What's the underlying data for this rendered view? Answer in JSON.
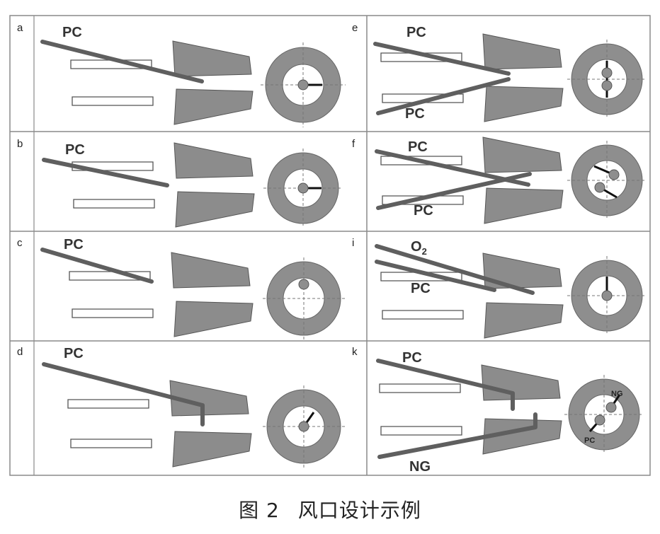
{
  "caption": {
    "number": "图 2",
    "text": "风口设计示例"
  },
  "panels": [
    {
      "id": "a",
      "labels": [
        "PC"
      ]
    },
    {
      "id": "b",
      "labels": [
        "PC"
      ]
    },
    {
      "id": "c",
      "labels": [
        "PC"
      ]
    },
    {
      "id": "d",
      "labels": [
        "PC"
      ]
    },
    {
      "id": "e",
      "labels": [
        "PC",
        "PC"
      ]
    },
    {
      "id": "f",
      "labels": [
        "PC",
        "PC"
      ]
    },
    {
      "id": "i",
      "labels": [
        "O",
        "2",
        "PC"
      ]
    },
    {
      "id": "k",
      "labels": [
        "PC",
        "NG",
        "NG",
        "PC"
      ]
    }
  ],
  "colors": {
    "frame": "#8a8a8a",
    "lance": "#5f5f5f",
    "tuyere": "#8c8c8c",
    "ring": "#8e8e8e",
    "guide": "#777777"
  }
}
